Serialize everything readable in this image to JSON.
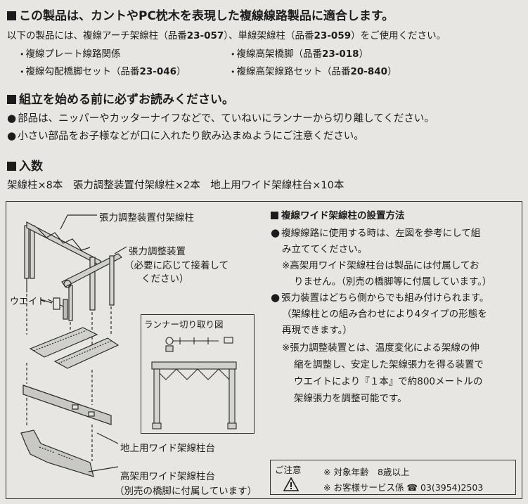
{
  "compat": {
    "heading": "この製品は、カントやPC枕木を表現した複線線路製品に適合します。",
    "intro_pre": "以下の製品には、複線アーチ架線柱（品番",
    "intro_num1": "23-057",
    "intro_mid": "）、単線架線柱（品番",
    "intro_num2": "23-059",
    "intro_post": "）をご使用ください。",
    "items": [
      {
        "text": "複線プレート線路関係",
        "num": "",
        "tail": ""
      },
      {
        "text": "複線高架橋脚（品番",
        "num": "23-018",
        "tail": "）"
      },
      {
        "text": "複線勾配橋脚セット（品番",
        "num": "23-046",
        "tail": "）"
      },
      {
        "text": "複線高架線路セット（品番",
        "num": "20-840",
        "tail": "）"
      }
    ]
  },
  "before": {
    "heading": "組立を始める前に必ずお読みください。",
    "lines": [
      "部品は、ニッパーやカッターナイフなどで、ていねいにランナーから切り離してください。",
      "小さい部品をお子様などが口に入れたり飲み込まぬようにご注意ください。"
    ]
  },
  "contents": {
    "heading": "入数",
    "line": "架線柱×8本　張力調整装置付架線柱×2本　地上用ワイド架線柱台×10本"
  },
  "diagram": {
    "label_tension_pole": "張力調整装置付架線柱",
    "label_tension_dev_1": "張力調整装置",
    "label_tension_dev_2": "（必要に応じて接着して",
    "label_tension_dev_3": "ください）",
    "label_weight": "ウエイト",
    "runner_title": "ランナー切り取り図",
    "label_ground_base": "地上用ワイド架線柱台",
    "label_elevated_base_1": "高架用ワイド架線柱台",
    "label_elevated_base_2": "（別売の橋脚に付属しています）"
  },
  "install": {
    "heading": "複線ワイド架線柱の設置方法",
    "lines": [
      "複線線路に使用する時は、左図を参考にして組",
      "み立ててください。",
      "※高架用ワイド架線柱台は製品には付属してお",
      "りません。（別売の橋脚等に付属しています。）",
      "張力装置はどちら側からでも組み付けられます。",
      "（架線柱との組み合わせにより4タイプの形態を",
      "再現できます。）",
      "※張力調整装置とは、温度変化による架線の伸",
      "縮を調整し、安定した架線張力を得る装置で",
      "ウエイトにより『１本』で約800メートルの",
      "架線張力を調整可能です。"
    ]
  },
  "caution": {
    "title": "ご注意",
    "age": "※ 対象年齢　8歳以上",
    "service": "※ お客様サービス係",
    "phone": "03(3954)2503"
  }
}
